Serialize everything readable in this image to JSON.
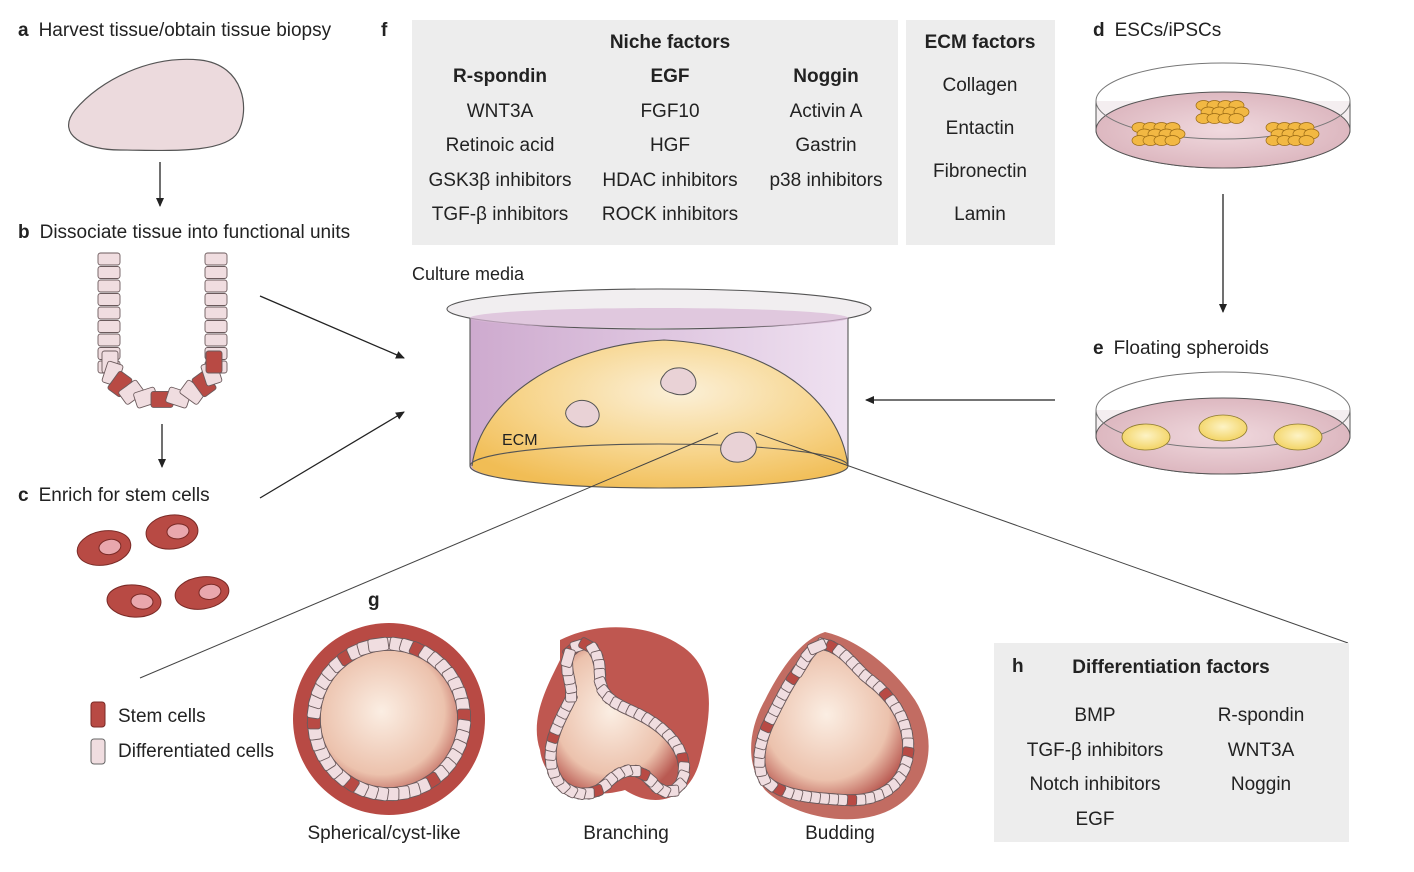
{
  "steps": {
    "a": {
      "letter": "a",
      "text": "Harvest tissue/obtain tissue biopsy"
    },
    "b": {
      "letter": "b",
      "text": "Dissociate tissue into functional units"
    },
    "c": {
      "letter": "c",
      "text": "Enrich for stem cells"
    },
    "d": {
      "letter": "d",
      "text": "ESCs/iPSCs"
    },
    "e": {
      "letter": "e",
      "text": "Floating spheroids"
    },
    "f": {
      "letter": "f"
    },
    "g": {
      "letter": "g"
    }
  },
  "niche": {
    "title": "Niche factors",
    "columns": [
      {
        "header": "R-spondin",
        "items": [
          "WNT3A",
          "Retinoic acid",
          "GSK3β inhibitors",
          "TGF-β inhibitors"
        ]
      },
      {
        "header": "EGF",
        "items": [
          "FGF10",
          "HGF",
          "HDAC inhibitors",
          "ROCK inhibitors"
        ]
      },
      {
        "header": "Noggin",
        "items": [
          "Activin A",
          "Gastrin",
          "p38 inhibitors"
        ]
      }
    ]
  },
  "ecm_factors": {
    "title": "ECM factors",
    "items": [
      "Collagen",
      "Entactin",
      "Fibronectin",
      "Lamin"
    ]
  },
  "culture": {
    "media_label": "Culture media",
    "ecm_label": "ECM"
  },
  "legend": {
    "stem": "Stem cells",
    "differentiated": "Differentiated cells"
  },
  "organoids": {
    "spherical": "Spherical/cyst-like",
    "branching": "Branching",
    "budding": "Budding"
  },
  "differentiation": {
    "letter": "h",
    "title": "Differentiation factors",
    "left": [
      "BMP",
      "TGF-β inhibitors",
      "Notch inhibitors",
      "EGF"
    ],
    "right": [
      "R-spondin",
      "WNT3A",
      "Noggin"
    ]
  },
  "colors": {
    "stem": "#b84a44",
    "differentiated": "#f0dde0",
    "tissue": "#e9d6da",
    "ecm": "#f5c96a",
    "media": "#cfa8cc",
    "panel": "#ededed"
  }
}
